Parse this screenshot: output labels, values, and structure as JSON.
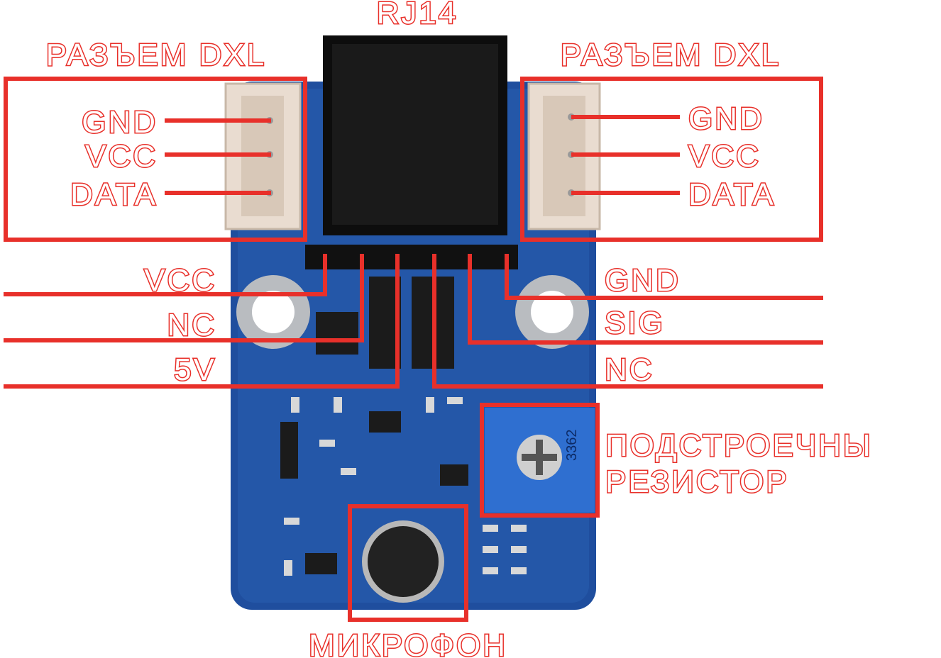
{
  "title": "RJ14",
  "dxl_left": {
    "title": "РАЗЪЕМ DXL",
    "pins": [
      "GND",
      "VCC",
      "DATA"
    ]
  },
  "dxl_right": {
    "title": "РАЗЪЕМ DXL",
    "pins": [
      "GND",
      "VCC",
      "DATA"
    ]
  },
  "header_left": [
    "VCC",
    "NC",
    "5V"
  ],
  "header_right": [
    "GND",
    "SIG",
    "NC"
  ],
  "trimmer": {
    "line1": "ПОДСТРОЕЧНЫ",
    "line2": "РЕЗИСТОР",
    "marking": "3362"
  },
  "microphone": "МИКРОФОН",
  "colors": {
    "accent": "#e8302a",
    "pcb": "#1f4e9e",
    "connector": "#111111"
  }
}
